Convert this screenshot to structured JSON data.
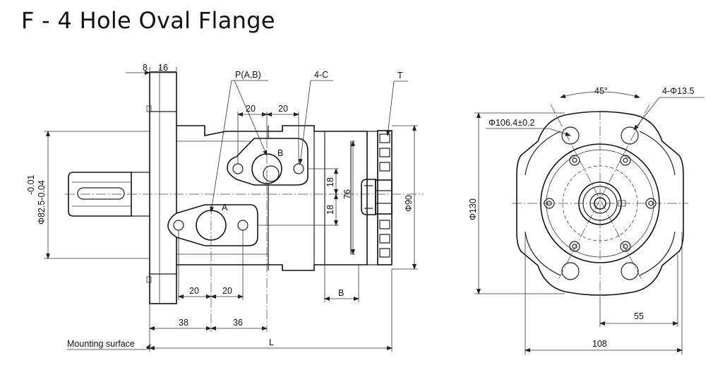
{
  "title": "F - 4 Hole Oval Flange",
  "side_view": {
    "dim_8": "8",
    "dim_16": "16",
    "label_p": "P(A,B)",
    "label_4c": "4-C",
    "label_t": "T",
    "dim_20_top_left": "20",
    "dim_20_top_right": "20",
    "label_b_port": "B",
    "label_a_port": "A",
    "dim_18_upper": "18",
    "dim_18_lower": "18",
    "dim_76": "76",
    "dim_phi90": "Φ90",
    "dim_shaft_tol": "-0.01",
    "dim_shaft": "Φ82.5-0.04",
    "dim_20_bottom_left": "20",
    "dim_20_bottom_right": "20",
    "dim_b": "B",
    "dim_38": "38",
    "dim_36": "36",
    "label_mounting": "Mounting surface",
    "dim_l": "L"
  },
  "front_view": {
    "dim_45": "45°",
    "dim_holes": "4-Φ13.5",
    "dim_pcd": "Φ106.4±0.2",
    "dim_130": "Φ130",
    "dim_55": "55",
    "dim_108": "108"
  }
}
